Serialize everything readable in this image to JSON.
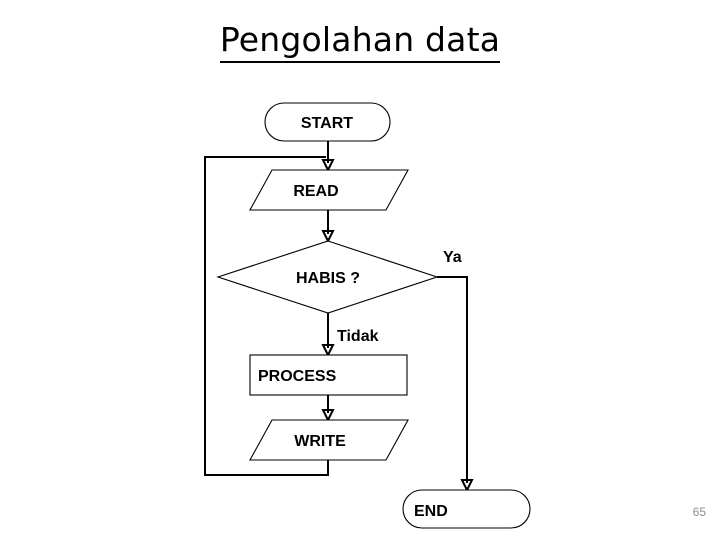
{
  "slide": {
    "title": "Pengolahan data",
    "page_number": "65",
    "background_color": "#ffffff",
    "line_color": "#000000",
    "page_number_color": "#8e8e8e"
  },
  "flowchart": {
    "type": "flowchart",
    "nodes": [
      {
        "id": "start",
        "label": "START",
        "shape": "terminator",
        "text_align": "center"
      },
      {
        "id": "read",
        "label": "READ",
        "shape": "parallelogram",
        "text_align": "center"
      },
      {
        "id": "habis",
        "label": "HABIS ?",
        "shape": "diamond",
        "text_align": "center"
      },
      {
        "id": "process",
        "label": "PROCESS",
        "shape": "rectangle",
        "text_align": "left"
      },
      {
        "id": "write",
        "label": "WRITE",
        "shape": "parallelogram",
        "text_align": "center"
      },
      {
        "id": "end",
        "label": "END",
        "shape": "terminator",
        "text_align": "left"
      }
    ],
    "edges": [
      {
        "from": "start",
        "to": "read",
        "label": ""
      },
      {
        "from": "read",
        "to": "habis",
        "label": ""
      },
      {
        "from": "habis",
        "to": "end",
        "label": "Ya"
      },
      {
        "from": "habis",
        "to": "process",
        "label": "Tidak"
      },
      {
        "from": "process",
        "to": "write",
        "label": ""
      },
      {
        "from": "write",
        "to": "read",
        "label": ""
      }
    ],
    "branch_labels": {
      "yes": "Ya",
      "no": "Tidak"
    }
  }
}
